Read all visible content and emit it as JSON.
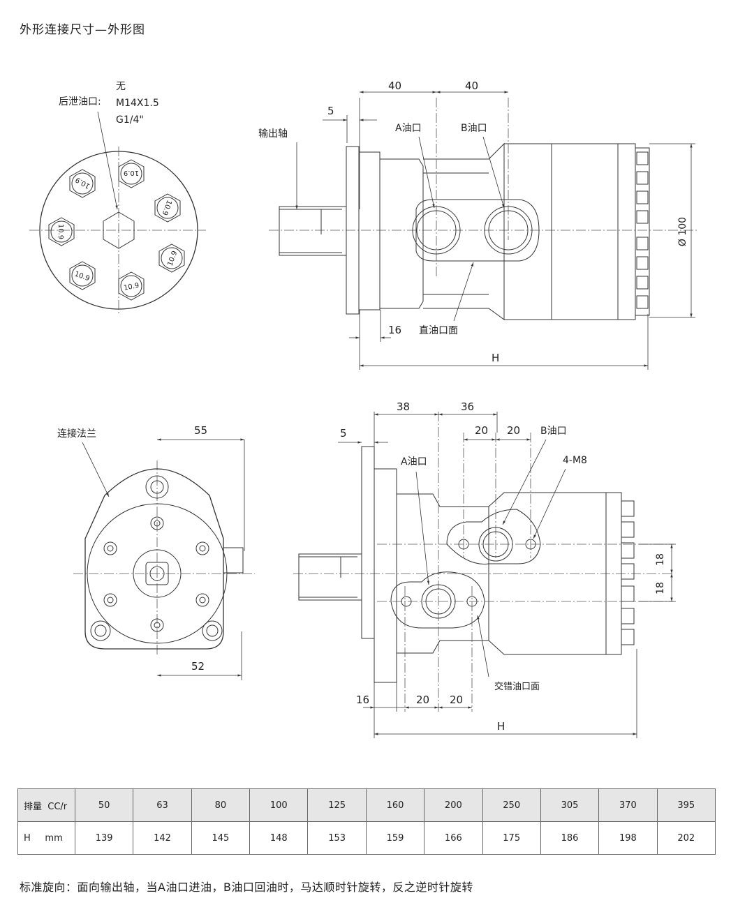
{
  "header": {
    "title": "外形连接尺寸—外形图"
  },
  "top_left_view": {
    "drain_label": "后泄油口:",
    "drain_options": [
      "无",
      "M14X1.5",
      "G1/4\""
    ],
    "bolt_marks": [
      "10.9",
      "10.9",
      "10.9",
      "10.9",
      "10.9",
      "10.9",
      "10.9"
    ]
  },
  "top_right_view": {
    "shaft_label": "输出轴",
    "port_a_label": "A油口",
    "port_b_label": "B油口",
    "face_label": "直油口面",
    "dim_40a": "40",
    "dim_40b": "40",
    "dim_5": "5",
    "dim_16": "16",
    "dim_h": "H",
    "dim_dia": "Ø 100"
  },
  "bottom_left_view": {
    "flange_label": "连接法兰",
    "dim_55": "55",
    "dim_52": "52"
  },
  "bottom_right_view": {
    "port_a_label": "A油口",
    "port_b_label": "B油口",
    "m8_label": "4-M8",
    "face_label": "交错油口面",
    "dim_38": "38",
    "dim_36": "36",
    "dim_20a": "20",
    "dim_20b": "20",
    "dim_5": "5",
    "dim_16": "16",
    "dim_20c": "20",
    "dim_20d": "20",
    "dim_h": "H",
    "dim_18a": "18",
    "dim_18b": "18"
  },
  "spec_table": {
    "row1_header": "排量  CC/r",
    "row2_header": "H     mm",
    "displacement": [
      "50",
      "63",
      "80",
      "100",
      "125",
      "160",
      "200",
      "250",
      "305",
      "370",
      "395"
    ],
    "h_mm": [
      "139",
      "142",
      "145",
      "148",
      "153",
      "159",
      "166",
      "175",
      "186",
      "198",
      "202"
    ]
  },
  "footer": {
    "note": "标准旋向：面向输出轴，当A油口进油，B油口回油时，马达顺时针旋转，反之逆时针旋转"
  }
}
